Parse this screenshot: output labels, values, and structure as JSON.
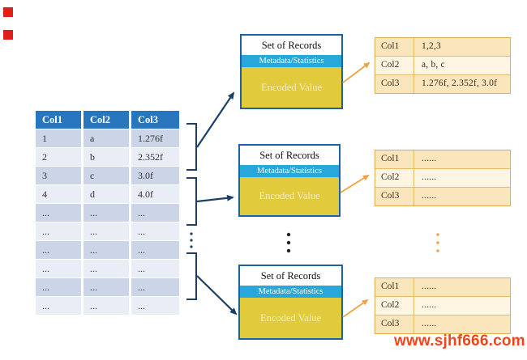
{
  "markers": {
    "color": "#DE1F1A",
    "count": 2
  },
  "source_table": {
    "headers": [
      "Col1",
      "Col2",
      "Col3"
    ],
    "rows": [
      [
        "1",
        "a",
        "1.276f"
      ],
      [
        "2",
        "b",
        "2.352f"
      ],
      [
        "3",
        "c",
        "3.0f"
      ],
      [
        "4",
        "d",
        "4.0f"
      ],
      [
        "...",
        "...",
        "..."
      ],
      [
        "...",
        "...",
        "..."
      ],
      [
        "...",
        "...",
        "..."
      ],
      [
        "...",
        "...",
        "..."
      ],
      [
        "...",
        "...",
        "..."
      ],
      [
        "...",
        "...",
        "..."
      ]
    ],
    "header_bg": "#2776BE",
    "header_text_color": "#ffffff",
    "row_dark": "#CBD5E7",
    "row_light": "#E9EDF5"
  },
  "record_boxes": [
    {
      "title": "Set of Records",
      "band": "Metadata/Statistics",
      "body": "Encoded Value"
    },
    {
      "title": "Set of Records",
      "band": "Metadata/Statistics",
      "body": "Encoded Value"
    },
    {
      "title": "Set of Records",
      "band": "Metadata/Statistics",
      "body": "Encoded Value"
    }
  ],
  "record_box_colors": {
    "border": "#1C60A5",
    "band_bg": "#28A7DB",
    "body_bg": "#E2CA3D",
    "body_text": "#F2ECC2"
  },
  "right_tables": [
    {
      "rows": [
        [
          "Col1",
          "1,2,3"
        ],
        [
          "Col2",
          "a, b, c"
        ],
        [
          "Col3",
          "1.276f, 2.352f, 3.0f"
        ]
      ]
    },
    {
      "rows": [
        [
          "Col1",
          "......"
        ],
        [
          "Col2",
          "......"
        ],
        [
          "Col3",
          "......"
        ]
      ]
    },
    {
      "rows": [
        [
          "Col1",
          "......"
        ],
        [
          "Col2",
          "......"
        ],
        [
          "Col3",
          "......"
        ]
      ]
    }
  ],
  "right_table_colors": {
    "border": "#DFAE54",
    "row_dark": "#FAE5BC",
    "row_light": "#FDF5E1"
  },
  "connector_colors": {
    "navy": "#1B3F66",
    "orange": "#EFA440",
    "mid_dots": "#222222"
  },
  "watermark": {
    "text": "www.sjhf666.com",
    "color": "#F2451A"
  }
}
